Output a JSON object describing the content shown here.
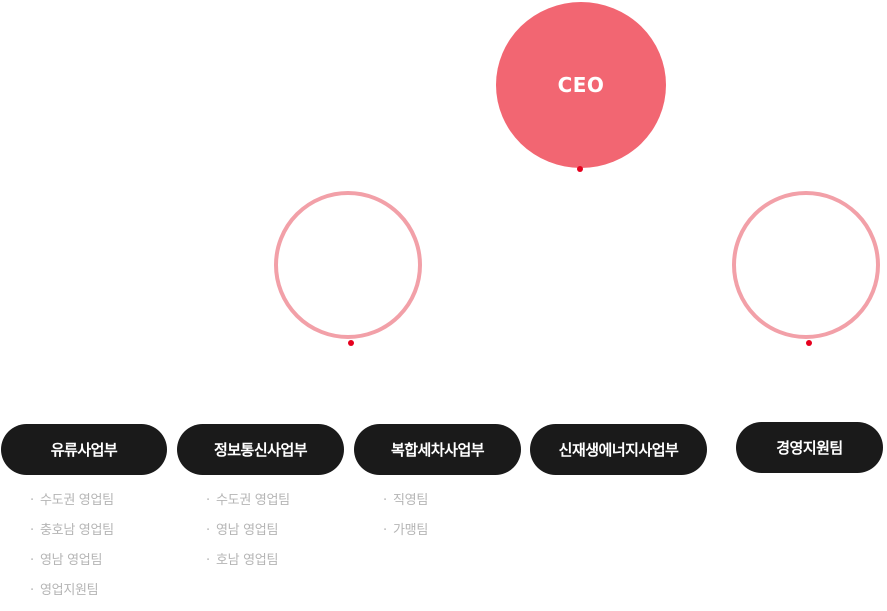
{
  "colors": {
    "ceo_fill": "#f26672",
    "ring": "#f2a0a8",
    "dot": "#e6001e",
    "pill": "#1a1a1a",
    "sub_text": "#b5b5b5"
  },
  "ceo": {
    "label": "CEO"
  },
  "divisions": [
    {
      "label": "유류사업부",
      "teams": [
        "수도권 영업팀",
        "충호남 영업팀",
        "영남 영업팀",
        "영업지원팀"
      ]
    },
    {
      "label": "정보통신사업부",
      "teams": [
        "수도권 영업팀",
        "영남 영업팀",
        "호남 영업팀"
      ]
    },
    {
      "label": "복합세차사업부",
      "teams": [
        "직영팀",
        "가맹팀"
      ]
    },
    {
      "label": "신재생에너지사업부",
      "teams": []
    },
    {
      "label": "경영지원팀",
      "teams": []
    }
  ],
  "bullet": "·"
}
